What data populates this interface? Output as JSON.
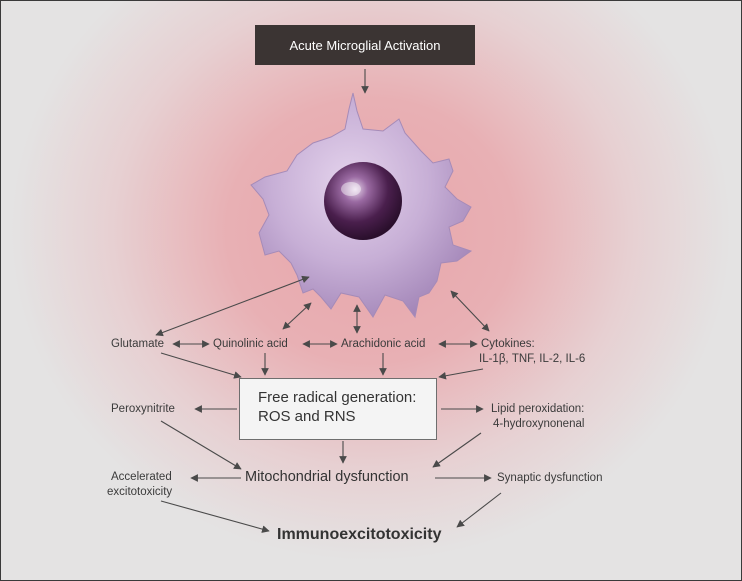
{
  "top_box": "Acute Microglial Activation",
  "center_box": {
    "line1": "Free radical generation:",
    "line2": "ROS and RNS"
  },
  "mediators": {
    "glutamate": "Glutamate",
    "quinolinic_acid": "Quinolinic acid",
    "arachidonic_acid": "Arachidonic acid",
    "cytokines": "Cytokines:",
    "cytokine_list": "IL-1β, TNF, IL-2, IL-6"
  },
  "effects": {
    "peroxynitrite": "Peroxynitrite",
    "lipid_peroxidation": "Lipid peroxidation:",
    "hne": "4-hydroxynonenal",
    "mitochondrial_dysfunction": "Mitochondrial dysfunction",
    "accelerated": "Accelerated",
    "excitotoxicity": "excitotoxicity",
    "synaptic_dysfunction": "Synaptic dysfunction"
  },
  "outcome": "Immunoexcitotoxicity",
  "colors": {
    "background_glow": "#e9a6ab",
    "cell_body": "#c4a9d4",
    "nucleus": "#4a1f4d",
    "header_box": "#3b3433",
    "arrow": "#4a4a4a"
  },
  "icons": [
    "microglia-cell-illustration"
  ]
}
